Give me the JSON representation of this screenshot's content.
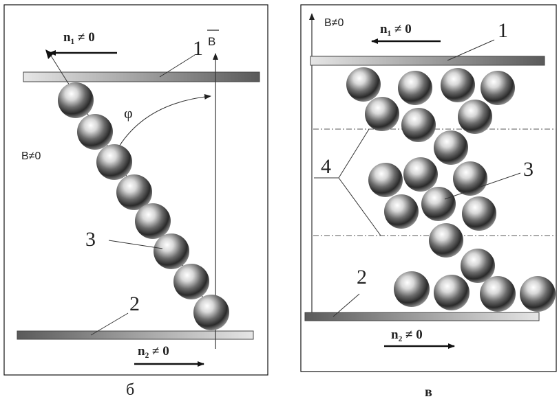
{
  "panel_left": {
    "caption": "б",
    "field_label": "B≠0",
    "vector_label": "B",
    "angle_label": "φ",
    "top_plate_number": "1",
    "bottom_plate_number": "2",
    "particle_number": "3",
    "top_velocity_label": "n₁ ≠ 0",
    "bottom_velocity_label": "n₂ ≠ 0"
  },
  "panel_right": {
    "caption": "в",
    "field_label": "B≠0",
    "top_plate_number": "1",
    "bottom_plate_number": "2",
    "particle_number": "3",
    "layer_number": "4",
    "top_velocity_label": "n₁ ≠ 0",
    "bottom_velocity_label": "n₂ ≠ 0"
  }
}
